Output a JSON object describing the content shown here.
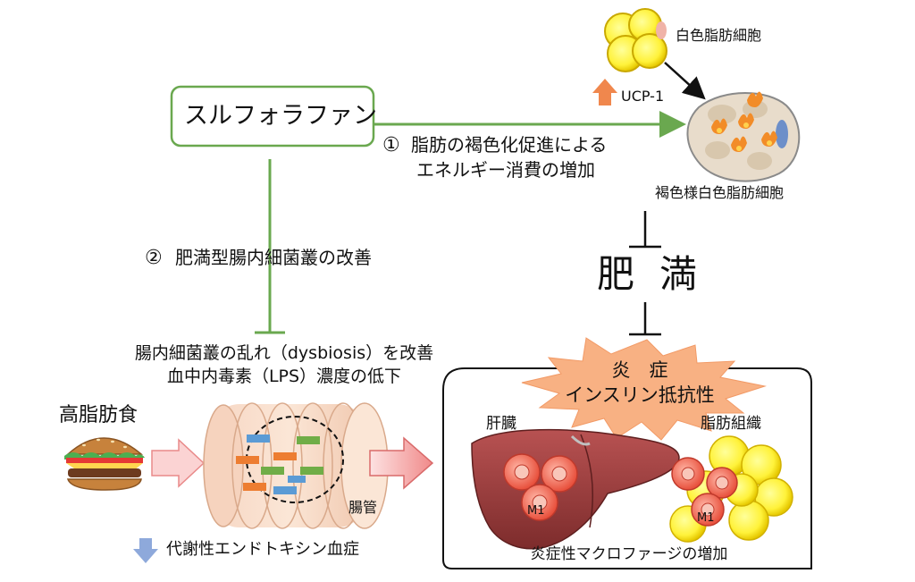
{
  "compound": "スルフォラファン",
  "path1": {
    "number": "①",
    "line1": "脂肪の褐色化促進による",
    "line2": "エネルギー消費の増加"
  },
  "path2": {
    "number": "②",
    "text": "肥満型腸内細菌叢の改善"
  },
  "white_adipocyte": "白色脂肪細胞",
  "ucp1": "UCP-1",
  "beige_adipocyte": "褐色様白色脂肪細胞",
  "obesity": {
    "char1": "肥",
    "char2": "満"
  },
  "dysbiosis": {
    "line1": "腸内細菌叢の乱れ（dysbiosis）を改善",
    "line2": "血中内毒素（LPS）濃度の低下"
  },
  "high_fat_diet": "高脂肪食",
  "intestine": "腸管",
  "endotoxemia": "代謝性エンドトキシン血症",
  "inflammation": {
    "line1": "炎　症",
    "line2": "インスリン抵抗性"
  },
  "liver": "肝臓",
  "adipose_tissue": "脂肪組織",
  "m1": "M1",
  "macrophage_increase": "炎症性マクロファージの増加",
  "colors": {
    "green": "#6aa84f",
    "pink_arrow": "#f4a6a6",
    "up_arrow": "#f0874d",
    "down_arrow": "#8ea9db",
    "burst": "#f8b183",
    "liver": "#9b3d3d",
    "macrophage": "#f06a56",
    "fat_yellow": "#fff23a"
  }
}
